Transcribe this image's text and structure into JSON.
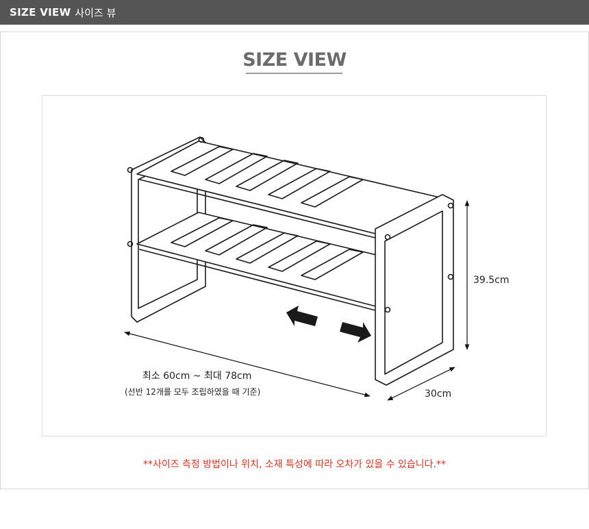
{
  "header": {
    "title_en": "SIZE VIEW",
    "title_ko": "사이즈 뷰"
  },
  "section": {
    "title": "SIZE VIEW"
  },
  "dimensions": {
    "height": "39.5cm",
    "depth": "30cm",
    "width": "최소 60cm ~ 최대 78cm",
    "width_note": "(선반 12개를 모두 조립하였을 때 기준)"
  },
  "disclaimer": "**사이즈 측정 방법이나 위치, 소재 특성에 따라 오차가 있을 수 있습니다.**",
  "colors": {
    "header_bg": "#555555",
    "title_gray": "#6b6b6b",
    "disclaimer_red": "#e0321e"
  }
}
